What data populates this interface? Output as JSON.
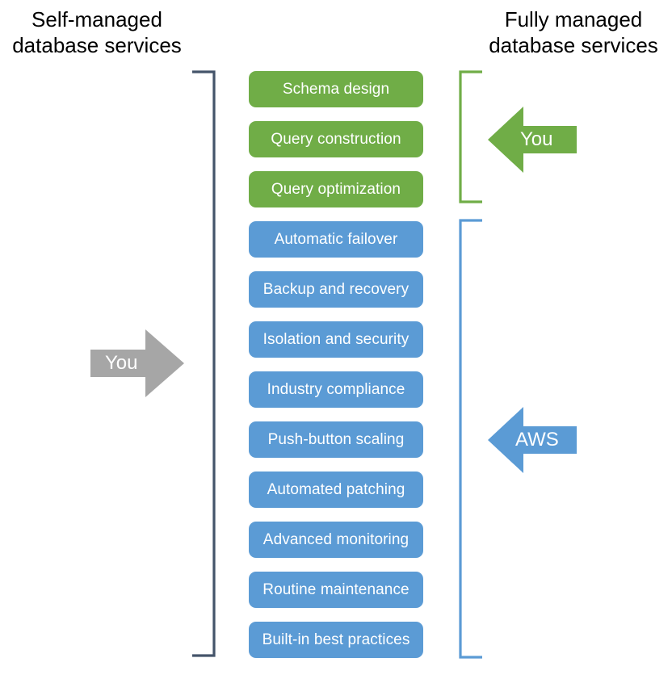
{
  "headings": {
    "left": "Self-managed\ndatabase services",
    "right": "Fully managed\ndatabase services"
  },
  "colors": {
    "green": "#70AD47",
    "blue": "#5B9BD5",
    "gray": "#A6A6A6",
    "bracket_left": "#44546A",
    "bracket_green": "#70AD47",
    "bracket_blue": "#5B9BD5",
    "box_text": "#FFFFFF",
    "heading_text": "#000000",
    "background": "#FFFFFF"
  },
  "boxes": [
    {
      "label": "Schema design",
      "group": "green"
    },
    {
      "label": "Query construction",
      "group": "green"
    },
    {
      "label": "Query optimization",
      "group": "green"
    },
    {
      "label": "Automatic failover",
      "group": "blue"
    },
    {
      "label": "Backup and recovery",
      "group": "blue"
    },
    {
      "label": "Isolation and security",
      "group": "blue"
    },
    {
      "label": "Industry compliance",
      "group": "blue"
    },
    {
      "label": "Push-button scaling",
      "group": "blue"
    },
    {
      "label": "Automated patching",
      "group": "blue"
    },
    {
      "label": "Advanced monitoring",
      "group": "blue"
    },
    {
      "label": "Routine maintenance",
      "group": "blue"
    },
    {
      "label": "Built-in best practices",
      "group": "blue"
    }
  ],
  "arrows": {
    "left_you": {
      "label": "You",
      "color": "#A6A6A6",
      "direction": "right"
    },
    "right_you": {
      "label": "You",
      "color": "#70AD47",
      "direction": "left"
    },
    "right_aws": {
      "label": "AWS",
      "color": "#5B9BD5",
      "direction": "left"
    }
  },
  "brackets": {
    "left": {
      "color": "#44546A",
      "spans": "all"
    },
    "green": {
      "color": "#70AD47",
      "spans": "self-managed-tasks"
    },
    "blue": {
      "color": "#5B9BD5",
      "spans": "managed-tasks"
    }
  }
}
